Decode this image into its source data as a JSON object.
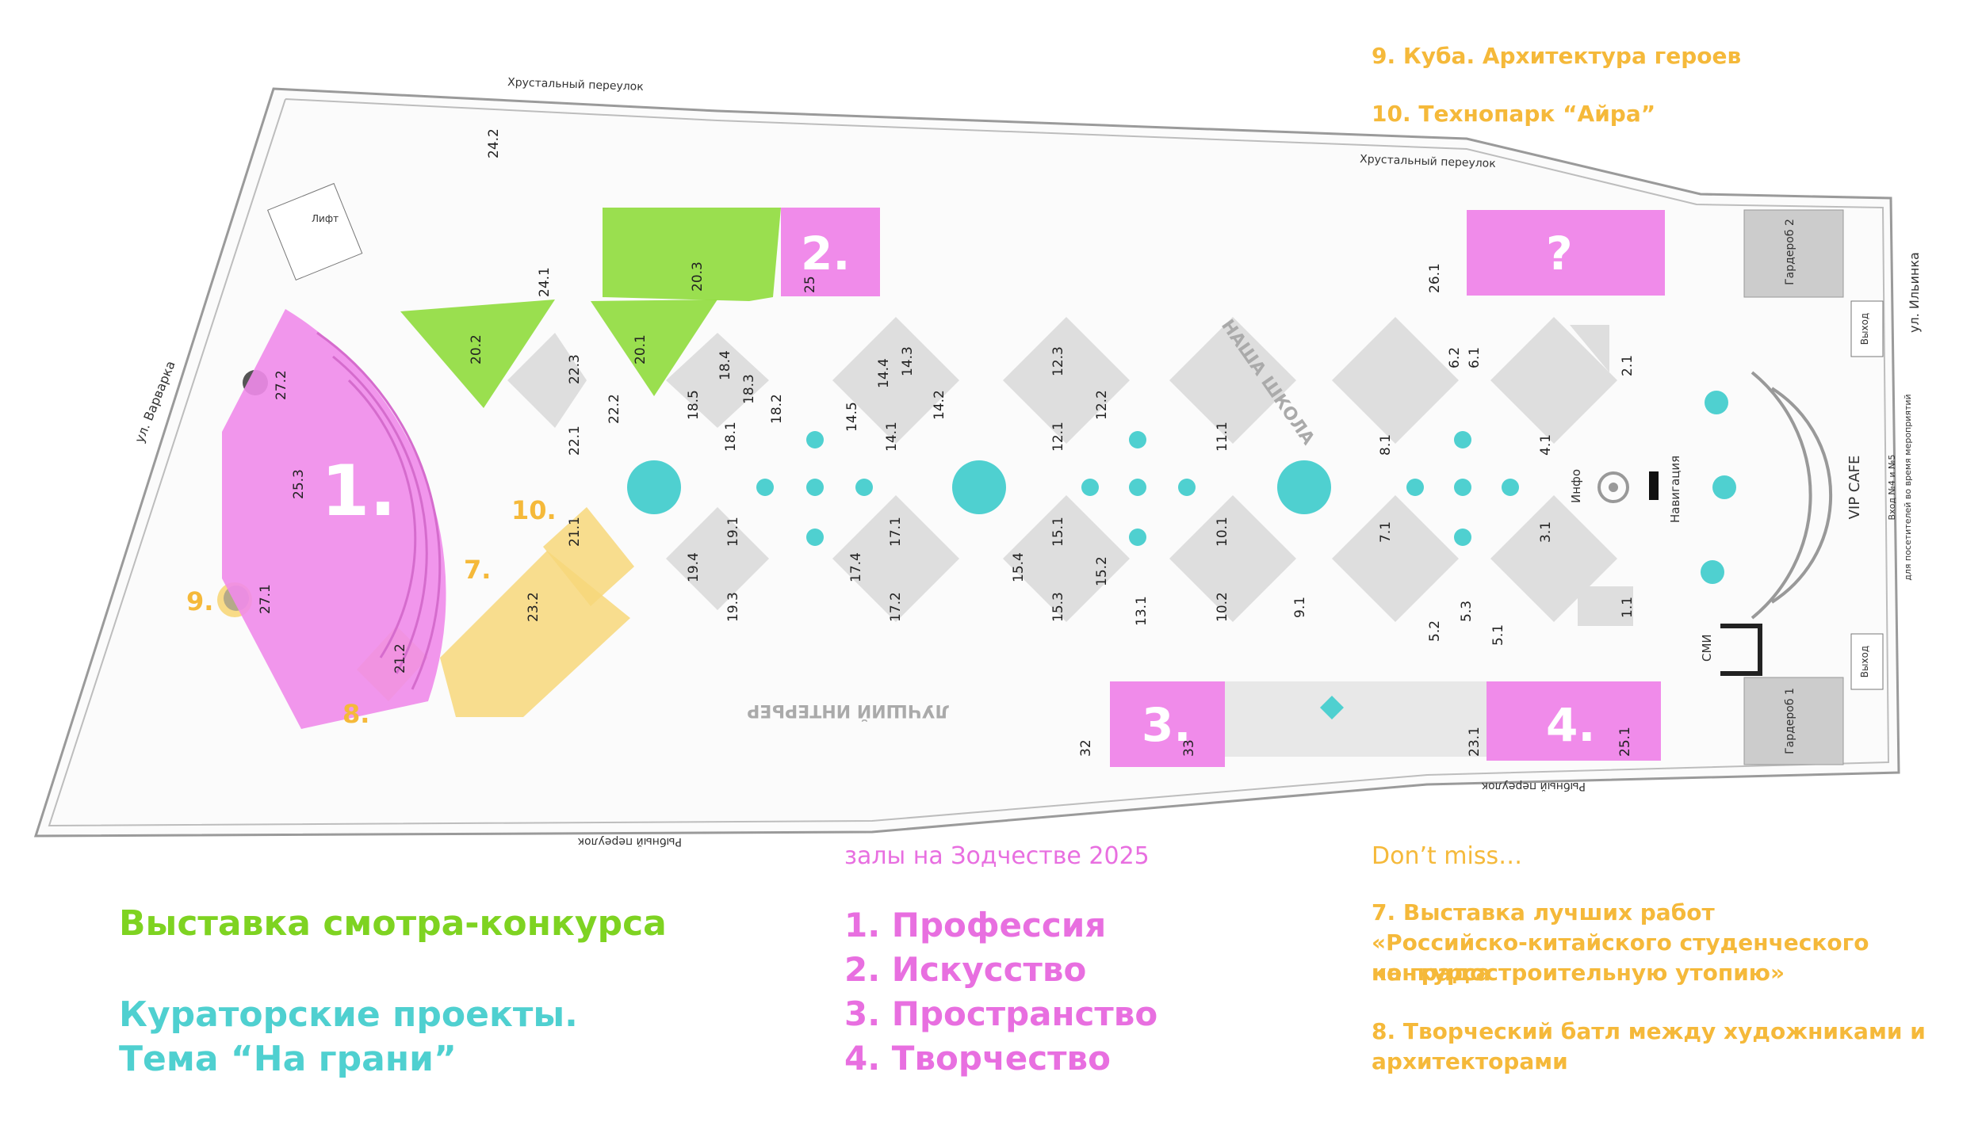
{
  "colors": {
    "pink": "#f08bea",
    "green": "#8fdc3c",
    "yellow": "#f7d77a",
    "cyan": "#4fd0d0",
    "grey": "#d9d9d9",
    "orange": "#f5b93a"
  },
  "streets": {
    "top_left": "Хрустальный переулок",
    "top_right": "Хрустальный переулок",
    "bottom_left": "Рыбный переулок",
    "bottom_right": "Рыбный переулок",
    "left": "ул. Варварка",
    "right": "ул. Ильинка"
  },
  "map_labels": {
    "lift": "Лифт",
    "info": "Инфо",
    "navigation": "Навигация",
    "vip_cafe": "VIP CAFE",
    "smi": "СМИ",
    "exit_top": "Выход",
    "exit_bottom": "Выход",
    "wardrobe_2": "Гардероб 2",
    "wardrobe_1": "Гардероб 1",
    "entrance": "Вход №4 и №5",
    "entrance_note": "для посетителей во время мероприятий",
    "school": "НАША ШКОЛА",
    "interior": "ЛУЧШИЙ ИНТЕРЬЕР"
  },
  "zones": {
    "hall_1": "1.",
    "hall_2": "2.",
    "hall_3": "3.",
    "hall_4": "4.",
    "hall_q": "?",
    "z7": "7.",
    "z8": "8.",
    "z9": "9.",
    "z10": "10."
  },
  "stands": {
    "s24_2": "24.2",
    "s24_1": "24.1",
    "s20_3": "20.3",
    "s20_2": "20.2",
    "s20_1": "20.1",
    "s25": "25",
    "s27_2": "27.2",
    "s25_3": "25.3",
    "s27_1": "27.1",
    "s21_2": "21.2",
    "s23_2": "23.2",
    "s21_1": "21.1",
    "s22_3": "22.3",
    "s22_1": "22.1",
    "s22_2": "22.2",
    "s18_4": "18.4",
    "s18_5": "18.5",
    "s18_3": "18.3",
    "s18_1": "18.1",
    "s18_2": "18.2",
    "s14_4": "14.4",
    "s14_3": "14.3",
    "s14_5": "14.5",
    "s14_1": "14.1",
    "s14_2": "14.2",
    "s12_3": "12.3",
    "s12_1": "12.1",
    "s12_2": "12.2",
    "s11_1": "11.1",
    "s10_1": "10.1",
    "s10_2": "10.2",
    "s9_1": "9.1",
    "s8_1": "8.1",
    "s7_1": "7.1",
    "s6_2": "6.2",
    "s6_1": "6.1",
    "s4_1": "4.1",
    "s3_1": "3.1",
    "s2_1": "2.1",
    "s1_1": "1.1",
    "s5_2": "5.2",
    "s5_3": "5.3",
    "s5_1": "5.1",
    "s26_1": "26.1",
    "s19_4": "19.4",
    "s19_1": "19.1",
    "s19_3": "19.3",
    "s17_4": "17.4",
    "s17_1": "17.1",
    "s17_2": "17.2",
    "s15_4": "15.4",
    "s15_1": "15.1",
    "s15_3": "15.3",
    "s15_2": "15.2",
    "s13_1": "13.1",
    "s33": "33",
    "s23_1": "23.1",
    "s25_1": "25.1",
    "s32": "32"
  },
  "legend": {
    "green_title": "Выставка смотра-конкурса",
    "cyan_title_1": "Кураторские проекты.",
    "cyan_title_2": "Тема “На грани”",
    "halls_head": "залы на Зодчестве 2025",
    "halls": [
      "1. Профессия",
      "2. Искусство",
      "3. Пространство",
      "4. Творчество"
    ],
    "dont_miss": "Don’t miss…",
    "item_7_1": "7. Выставка лучших работ",
    "item_7_2": "«Российско-китайского студенческого конкурса",
    "item_7_3": "на градостроительную утопию»",
    "item_8_1": "8. Творческий батл между художниками и",
    "item_8_2": "архитекторами",
    "item_9": "9. Куба. Архитектура героев",
    "item_10": "10. Технопарк “Айра”"
  }
}
